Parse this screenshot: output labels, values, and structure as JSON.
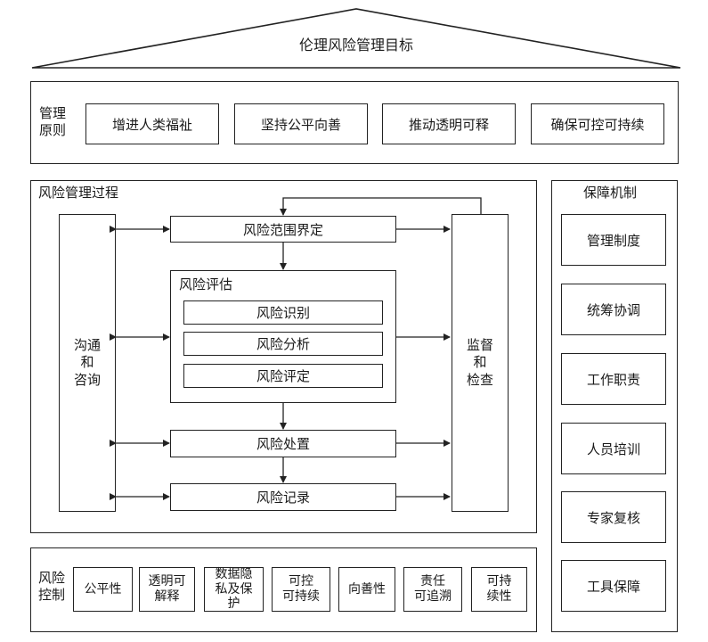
{
  "goal": {
    "title": "伦理风险管理目标"
  },
  "principles": {
    "label": "管理\n原则",
    "items": [
      "增进人类福祉",
      "坚持公平向善",
      "推动透明可释",
      "确保可控可持续"
    ]
  },
  "process": {
    "title": "风险管理过程",
    "communication": "沟通\n和\n咨询",
    "monitoring": "监督\n和\n检查",
    "scope": "风险范围界定",
    "assessment": {
      "title": "风险评估",
      "steps": [
        "风险识别",
        "风险分析",
        "风险评定"
      ]
    },
    "treatment": "风险处置",
    "record": "风险记录"
  },
  "controls": {
    "label": "风险\n控制",
    "items": [
      "公平性",
      "透明可\n解释",
      "数据隐\n私及保\n护",
      "可控\n可持续",
      "向善性",
      "责任\n可追溯",
      "可持\n续性"
    ]
  },
  "safeguards": {
    "title": "保障机制",
    "items": [
      "管理制度",
      "统筹协调",
      "工作职责",
      "人员培训",
      "专家复核",
      "工具保障"
    ]
  }
}
